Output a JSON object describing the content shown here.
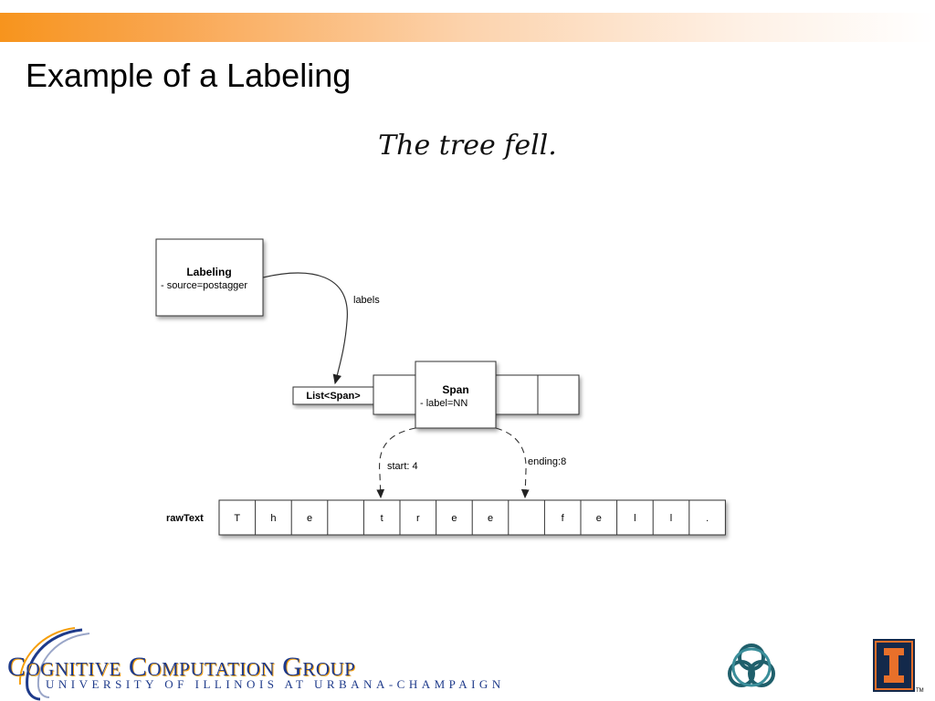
{
  "slide": {
    "title": "Example of a Labeling",
    "sentence": "The tree fell."
  },
  "diagram": {
    "labeling_box": {
      "title": "Labeling",
      "attr": "- source=postagger"
    },
    "edge_labels": {
      "labels": "labels",
      "start": "start: 4",
      "ending": "ending:8"
    },
    "list_label": "List<Span>",
    "span_box": {
      "title": "Span",
      "attr": "- label=NN"
    },
    "rawtext_label": "rawText",
    "chars": [
      "T",
      "h",
      "e",
      " ",
      "t",
      "r",
      "e",
      "e",
      " ",
      "f",
      "e",
      "l",
      "l",
      "."
    ]
  },
  "footer": {
    "logo_main": "Cognitive Computation Group",
    "logo_sub": "UNIVERSITY OF ILLINOIS AT URBANA-CHAMPAIGN",
    "tm": "TM"
  },
  "colors": {
    "accent_orange": "#f7941d",
    "logo_blue": "#1e3a8a",
    "illinois_orange": "#e8702a"
  },
  "icons": [
    "swirl-logo-icon",
    "celtic-knot-icon",
    "illinois-block-i-icon"
  ]
}
